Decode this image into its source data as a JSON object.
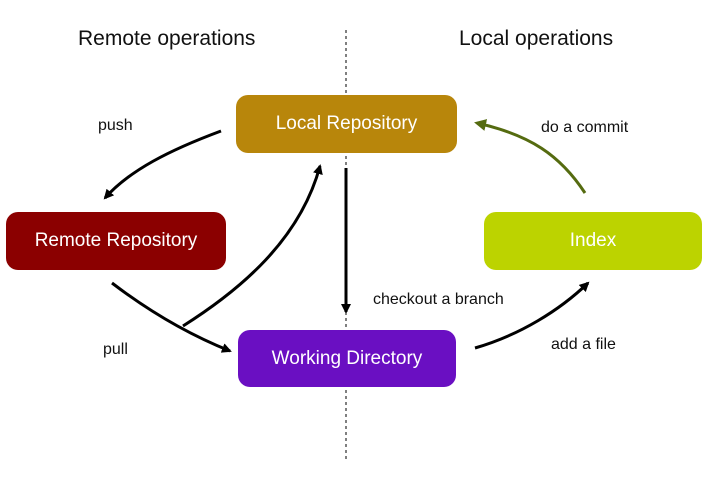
{
  "headings": {
    "remote": "Remote operations",
    "local": "Local operations"
  },
  "nodes": {
    "local_repository": {
      "label": "Local Repository",
      "color": "#B8860B"
    },
    "remote_repository": {
      "label": "Remote Repository",
      "color": "#8B0000"
    },
    "index": {
      "label": "Index",
      "color": "#BCD300"
    },
    "working_directory": {
      "label": "Working Directory",
      "color": "#6A0FC2"
    }
  },
  "edges": {
    "push": "push",
    "commit": "do a commit",
    "checkout": "checkout a branch",
    "add": "add a file",
    "pull": "pull"
  },
  "colors": {
    "arrow": "#000000",
    "commit_arrow": "#556B10",
    "divider": "#000000"
  }
}
